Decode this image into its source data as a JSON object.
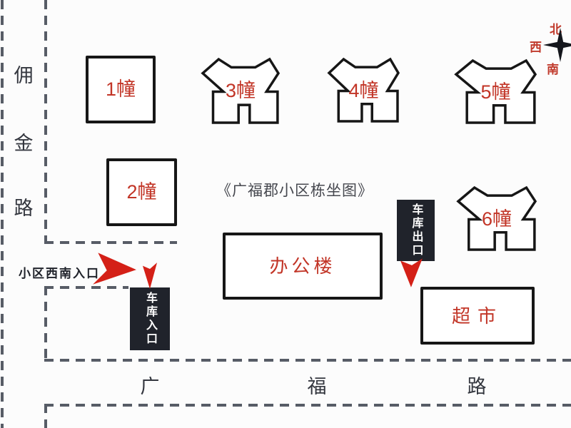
{
  "title": "《广福郡小区栋坐图》",
  "compass": {
    "north": "北",
    "west": "西",
    "south": "南"
  },
  "roads": {
    "west_road": {
      "name": "佣金路",
      "chars": [
        "佣",
        "金",
        "路"
      ]
    },
    "south_road": {
      "name": "广福路",
      "chars": [
        "广",
        "福",
        "路"
      ]
    }
  },
  "buildings": [
    {
      "label": "1幢",
      "shape": "square"
    },
    {
      "label": "2幢",
      "shape": "square"
    },
    {
      "label": "3幢",
      "shape": "wing"
    },
    {
      "label": "4幢",
      "shape": "wing"
    },
    {
      "label": "5幢",
      "shape": "wing"
    },
    {
      "label": "6幢",
      "shape": "wing"
    }
  ],
  "places": {
    "office": "办公楼",
    "supermarket": "超市"
  },
  "signs": {
    "garage_exit": "车库出口",
    "garage_entrance": "车库入口"
  },
  "labels": {
    "southwest_entrance": "小区西南入口"
  },
  "colors": {
    "accent-red": "#c23527",
    "arrow-red": "#d42017",
    "ink": "#161616",
    "dash": "#575c66",
    "sign-bg": "#20232b",
    "road-text": "#34373f",
    "title-text": "#46484f",
    "compass-red": "#c0392b"
  }
}
